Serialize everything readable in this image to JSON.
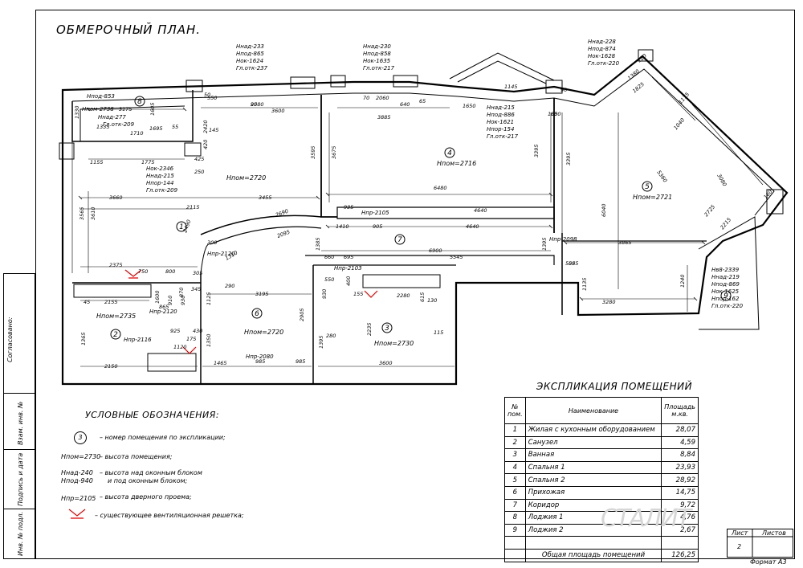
{
  "title": "ОБМЕРОЧНЫЙ ПЛАН.",
  "side_labels": [
    "Согласовано:",
    "Взам. инв. №",
    "Подпись и дата",
    "Инв. № подл."
  ],
  "rooms": [
    {
      "num": "1",
      "label": "Нпом=2720"
    },
    {
      "num": "2",
      "label": "Нпом=2735"
    },
    {
      "num": "3",
      "label": "Нпом=2730"
    },
    {
      "num": "4",
      "label": "Нпом=2716"
    },
    {
      "num": "5",
      "label": "Нпом=2721"
    },
    {
      "num": "6",
      "label": "Нпом=2720"
    },
    {
      "num": "7",
      "label": ""
    },
    {
      "num": "8",
      "label": ""
    },
    {
      "num": "9",
      "label": ""
    }
  ],
  "window_notes": [
    {
      "lines": [
        "Ннад-233",
        "Нпод-865",
        "Нок-1624",
        "Гл.отк-237"
      ]
    },
    {
      "lines": [
        "Ннад-230",
        "Нпод-858",
        "Нок-1635",
        "Гл.отк-217"
      ]
    },
    {
      "lines": [
        "Ннад-228",
        "Нпод-874",
        "Нок-1628",
        "Гл.отк-220"
      ]
    },
    {
      "lines": [
        "Ннад-215",
        "Нпод-886",
        "Нок-1621",
        "Нпор-154",
        "Гл.отк-217"
      ]
    },
    {
      "lines": [
        "Нок-2346",
        "Ннад-215",
        "Нпор-144",
        "Гл.отк-209"
      ]
    },
    {
      "lines": [
        "Нпом-2738",
        "Ннад-277",
        "Гл.отк-209"
      ]
    },
    {
      "lines": [
        "Нв8-2339",
        "Ннад-219",
        "Нпод-869",
        "Нок-1625",
        "Нпор-162",
        "Гл.отк-220"
      ]
    }
  ],
  "door_notes": [
    "Нпр-2105",
    "Нпр-2098",
    "Нпр-2120",
    "Нпр-2103",
    "Нпр-2116",
    "Нпр-2080",
    "Нпр-2120"
  ],
  "misc_notes": [
    "Нпод-853"
  ],
  "dimensions": [
    "2080",
    "3600",
    "3885",
    "6480",
    "4640",
    "4640",
    "3455",
    "2115",
    "3660",
    "1775",
    "1155",
    "2375",
    "750",
    "800",
    "2155",
    "2150",
    "1465",
    "3195",
    "985",
    "985",
    "3600",
    "2280",
    "6900",
    "5545",
    "3865",
    "3280",
    "6040",
    "5360",
    "3080",
    "2725",
    "2215",
    "1380",
    "1825",
    "1175",
    "1145",
    "2060",
    "640",
    "550",
    "3595",
    "3675",
    "3395",
    "3395",
    "3565",
    "3610",
    "2690",
    "2095",
    "935",
    "905",
    "1410",
    "2490",
    "660",
    "695",
    "550",
    "400",
    "930",
    "280",
    "2235",
    "2905",
    "1385",
    "1395",
    "1240",
    "1135",
    "1395",
    "1350",
    "1125",
    "925",
    "430",
    "1120",
    "175",
    "345",
    "305",
    "290",
    "300",
    "1310",
    "1335",
    "1695",
    "1605",
    "1365",
    "1330",
    "1000",
    "420",
    "250",
    "425",
    "145",
    "870",
    "910",
    "930",
    "115",
    "130",
    "155",
    "865",
    "1650",
    "505",
    "585",
    "1600",
    "1040",
    "615",
    "2420",
    "1710",
    "3175",
    "120",
    "160",
    "90",
    "45",
    "50",
    "55",
    "65",
    "70",
    "85",
    "95"
  ],
  "legend": {
    "title": "УСЛОВНЫЕ ОБОЗНАЧЕНИЯ:",
    "items": [
      {
        "key": "3",
        "text": "– номер помещения по экспликации;"
      },
      {
        "key": "Нпом=2730",
        "text": "– высота помещения;"
      },
      {
        "key": "Ннад-240",
        "key2": "Нпод-940",
        "text": "– высота над оконным блоком",
        "text2": "и под оконным блоком;"
      },
      {
        "key": "Нпр=2105",
        "text": "– высота дверного проема;"
      },
      {
        "key": "vent",
        "text": "– существующее вентиляционная решетка;"
      }
    ]
  },
  "explication": {
    "title": "ЭКСПЛИКАЦИЯ ПОМЕЩЕНИЙ",
    "headers": [
      "№ пом.",
      "Наименование",
      "Площадь м.кв."
    ],
    "rows": [
      {
        "n": "1",
        "name": "Жилая с кухонным оборудованием",
        "area": "28,07"
      },
      {
        "n": "2",
        "name": "Санузел",
        "area": "4,59"
      },
      {
        "n": "3",
        "name": "Ванная",
        "area": "8,84"
      },
      {
        "n": "4",
        "name": "Спальня 1",
        "area": "23,93"
      },
      {
        "n": "5",
        "name": "Спальня 2",
        "area": "28,92"
      },
      {
        "n": "6",
        "name": "Прихожая",
        "area": "14,75"
      },
      {
        "n": "7",
        "name": "Коридор",
        "area": "9,72"
      },
      {
        "n": "8",
        "name": "Лоджия 1",
        "area": "4,76"
      },
      {
        "n": "9",
        "name": "Лоджия 2",
        "area": "2,67"
      }
    ],
    "total_label": "Общая площадь помещений",
    "total_area": "126,25"
  },
  "stamp": {
    "sheet_label": "Лист",
    "sheets_label": "Листов",
    "sheet_num": "2"
  },
  "format": "Формат А3",
  "watermark": "СТАЛИТ"
}
